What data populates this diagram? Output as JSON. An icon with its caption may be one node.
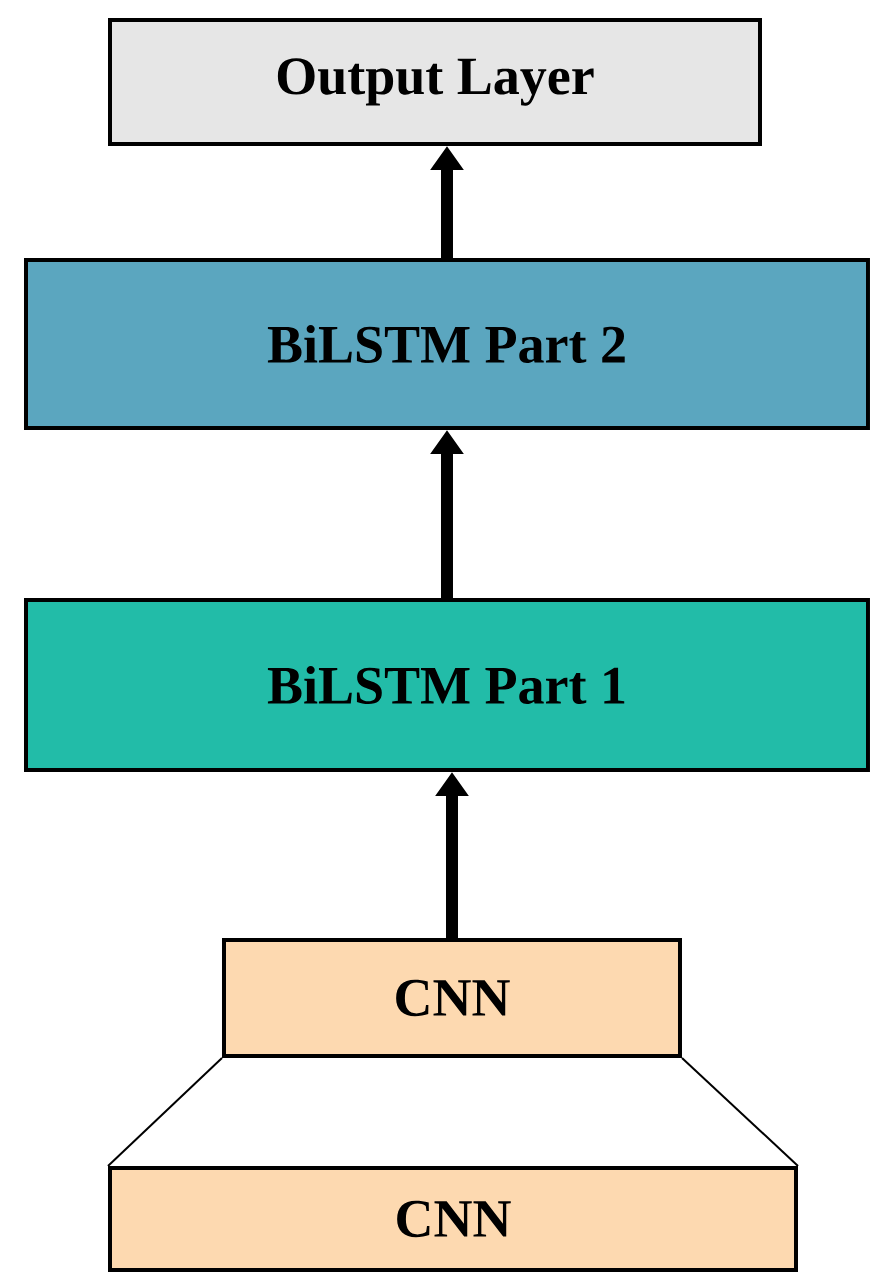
{
  "diagram": {
    "nodes": [
      {
        "text": [
          "Output Layer"
        ]
      },
      {
        "text": [
          "BiLSTM Part 2"
        ]
      },
      {
        "text": [
          "BiLSTM Part 1"
        ]
      },
      {
        "text": [
          "CNN"
        ]
      },
      {
        "text": [
          "CNN"
        ]
      }
    ],
    "edges": [
      {
        "from": 3,
        "to": 2,
        "arrow": "to"
      },
      {
        "from": 2,
        "to": 1,
        "arrow": "to"
      },
      {
        "from": 1,
        "to": 0,
        "arrow": "to"
      },
      {
        "from": 4,
        "to": 3,
        "arrow": "none"
      },
      {
        "from": 4,
        "to": 3,
        "arrow": "none"
      }
    ]
  }
}
